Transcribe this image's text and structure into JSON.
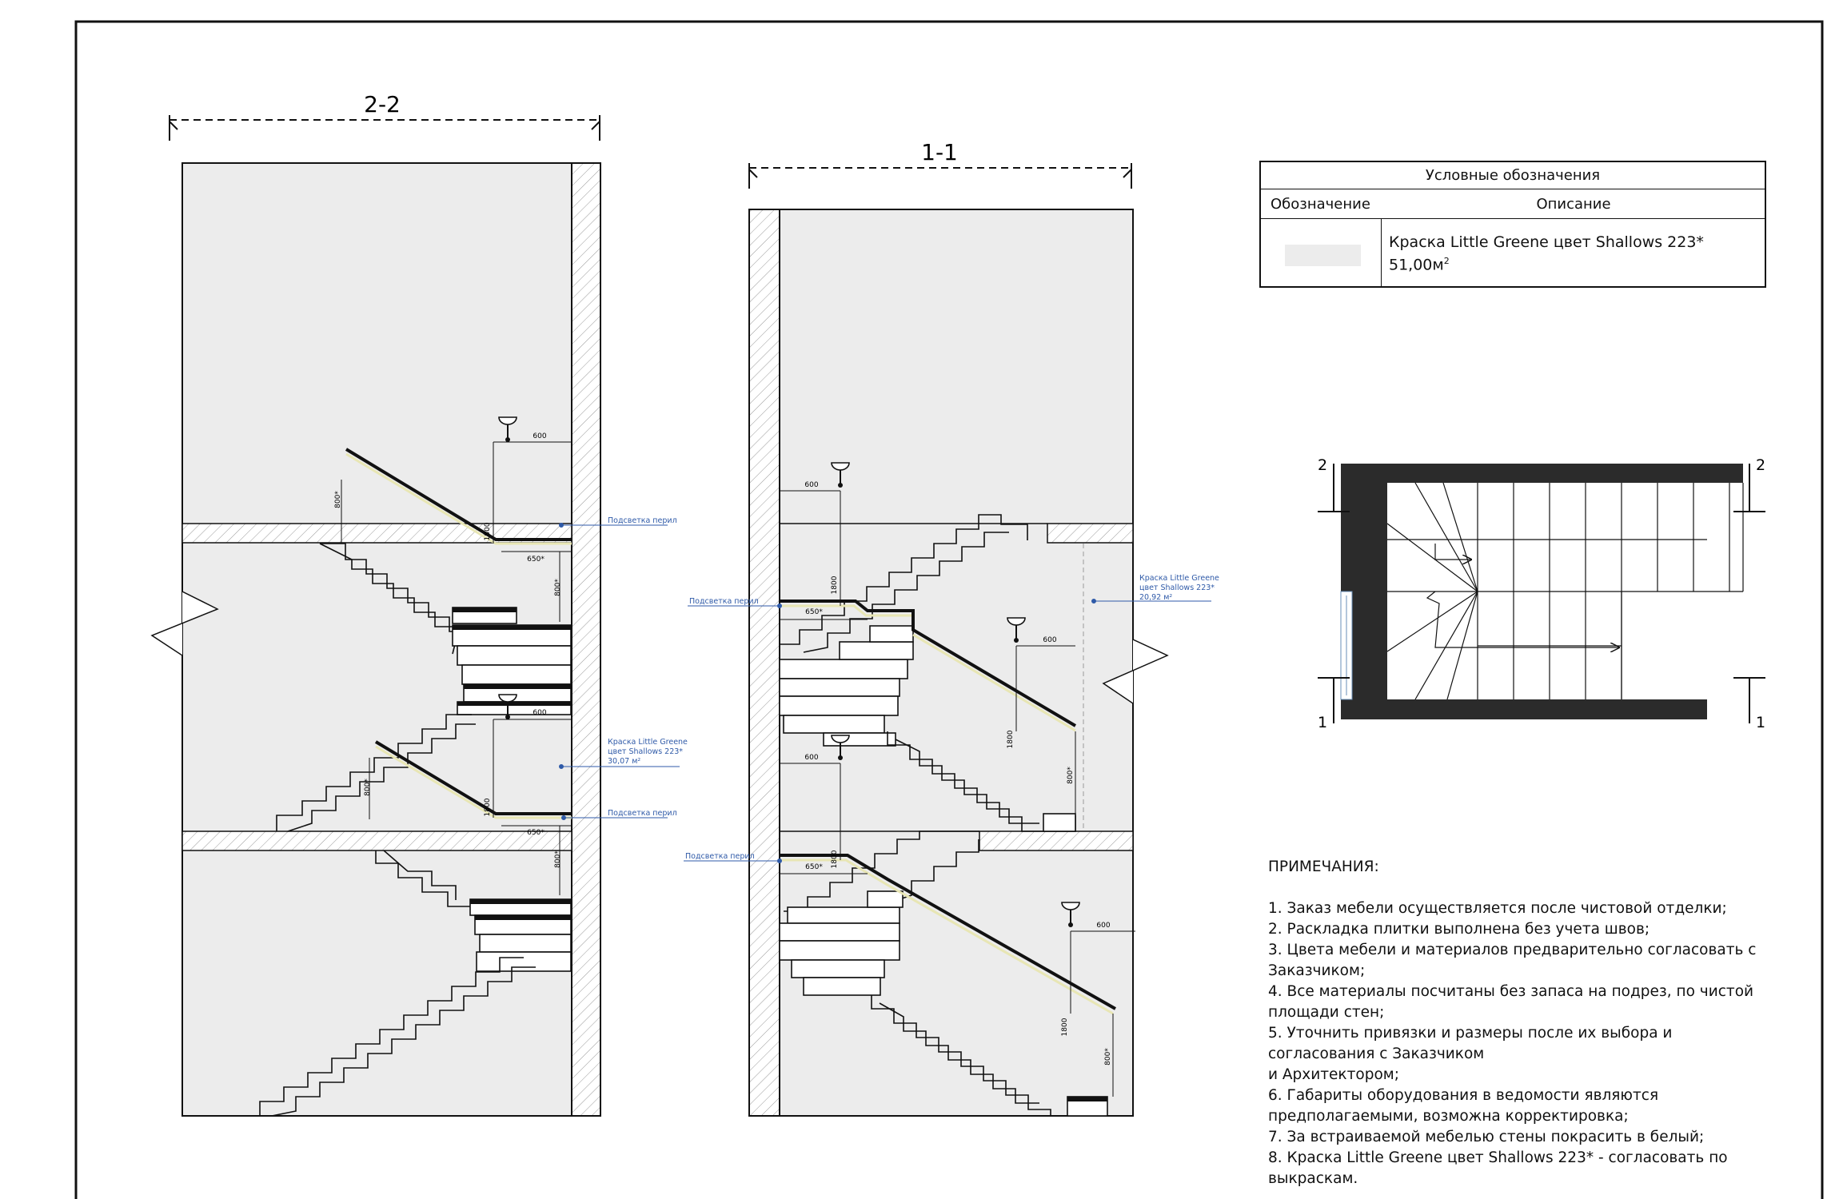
{
  "sections": {
    "section_2_2": {
      "label": "2-2"
    },
    "section_1_1": {
      "label": "1-1"
    }
  },
  "callouts": {
    "handrail_light": "Подсветка перил",
    "paint_lines": [
      "Краска Little Greene",
      "цвет Shallows 223*"
    ],
    "area_2_2": "30,07 м²",
    "area_1_1": "20,92 м²"
  },
  "dimensions": {
    "d600": "600",
    "d650": "650*",
    "d800": "800*",
    "d1800": "1800"
  },
  "plan": {
    "mark_1": "1",
    "mark_2": "2"
  },
  "legend": {
    "title": "Условные обозначения",
    "col_symbol": "Обозначение",
    "col_description": "Описание",
    "row_text": "Краска Little Greene цвет Shallows 223*",
    "row_area_num": "51,00м",
    "row_area_sup": "2",
    "swatch_color": "#ececec"
  },
  "notes": {
    "title": "ПРИМЕЧАНИЯ:",
    "items": [
      "1. Заказ мебели осуществляется после чистовой отделки;",
      "2. Раскладка плитки выполнена без учета швов;",
      "3. Цвета мебели и материалов предварительно согласовать с Заказчиком;",
      "4. Все материалы посчитаны без запаса на подрез, по чистой площади стен;",
      "5. Уточнить привязки и размеры после их выбора и согласования с Заказчиком",
      "и Архитектором;",
      "6. Габариты оборудования в ведомости являются предполагаемыми, возможна корректировка;",
      "7. За встраиваемой мебелью стены покрасить в белый;",
      "8. Краска Little Greene цвет Shallows 223* - согласовать по выкраскам."
    ]
  },
  "colors": {
    "wall_fill": "#ececec",
    "handrail_light": "#e8e6b4",
    "callout_text": "#2f5aa8",
    "plan_wall": "#2b2b2b"
  }
}
